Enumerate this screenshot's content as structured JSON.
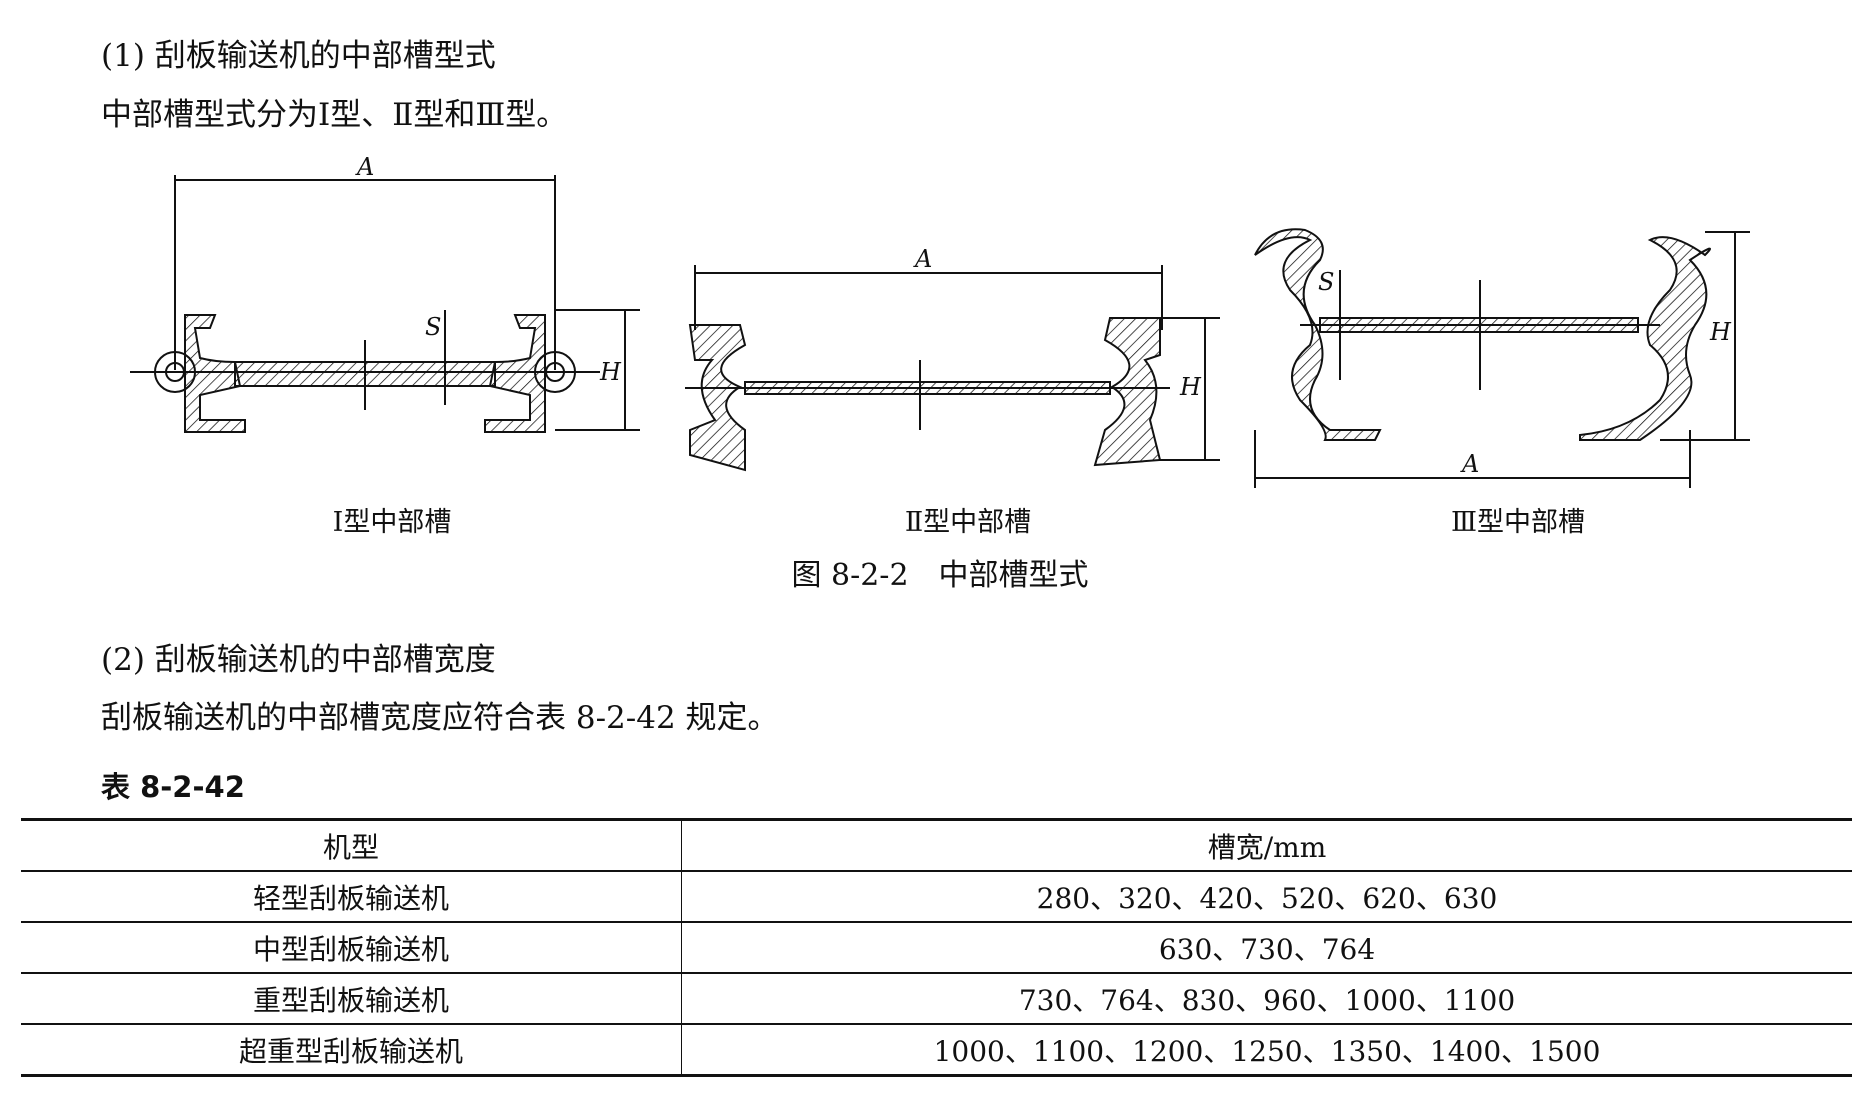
{
  "section1": {
    "heading": "(1) 刮板输送机的中部槽型式",
    "text": "中部槽型式分为Ⅰ型、Ⅱ型和Ⅲ型。"
  },
  "figure": {
    "dimension_labels": {
      "width": "A",
      "thickness": "S",
      "height": "H"
    },
    "subfigures": [
      {
        "caption": "Ⅰ型中部槽"
      },
      {
        "caption": "Ⅱ型中部槽"
      },
      {
        "caption": "Ⅲ型中部槽"
      }
    ],
    "caption": "图 8-2-2　中部槽型式"
  },
  "section2": {
    "heading": "(2) 刮板输送机的中部槽宽度",
    "text": "刮板输送机的中部槽宽度应符合表 8-2-42 规定。"
  },
  "table": {
    "title": "表 8-2-42",
    "headers": [
      "机型",
      "槽宽/mm"
    ],
    "rows": [
      [
        "轻型刮板输送机",
        "280、320、420、520、620、630"
      ],
      [
        "中型刮板输送机",
        "630、730、764"
      ],
      [
        "重型刮板输送机",
        "730、764、830、960、1000、1100"
      ],
      [
        "超重型刮板输送机",
        "1000、1100、1200、1250、1350、1400、1500"
      ]
    ]
  }
}
